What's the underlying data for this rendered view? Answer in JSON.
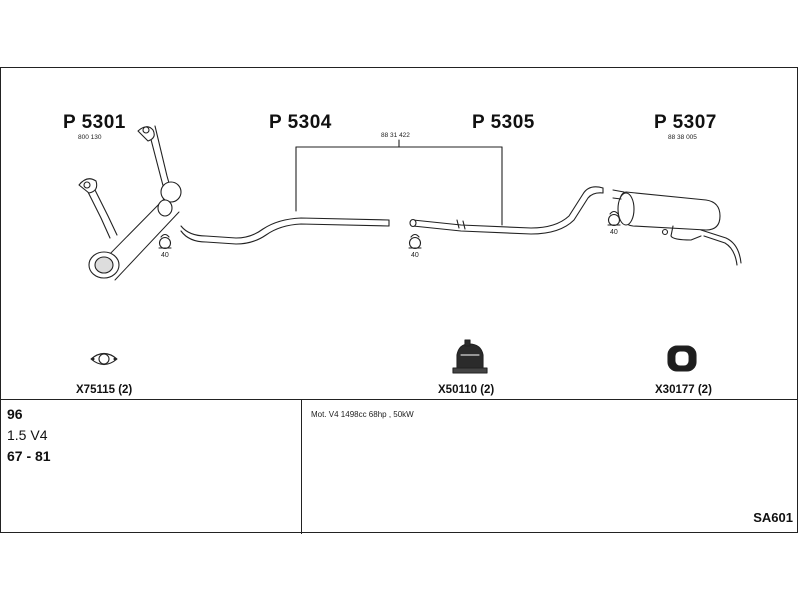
{
  "parts": {
    "p1": {
      "number": "P 5301",
      "ref": "800 130"
    },
    "p2": {
      "number": "P 5304"
    },
    "p3": {
      "number": "P 5305"
    },
    "p4": {
      "number": "P 5307",
      "ref": "88 38 005"
    },
    "combined_ref": "88 31 422"
  },
  "clamps": {
    "c1": "40",
    "c2": "40",
    "c3": "40"
  },
  "accessories": [
    {
      "code": "X75115 (2)",
      "icon": "gasket-icon"
    },
    {
      "code": "X50110 (2)",
      "icon": "rubber-mount-icon"
    },
    {
      "code": "X30177 (2)",
      "icon": "rubber-ring-icon"
    }
  ],
  "vehicle": {
    "model": "96",
    "engine": "1.5 V4",
    "years": "67 - 81"
  },
  "engine_description": "Mot. V4 1498cc 68hp , 50kW",
  "diagram_code": "SA601",
  "colors": {
    "line": "#222222",
    "fill": "#ffffff",
    "shade": "#d6d6d6"
  }
}
